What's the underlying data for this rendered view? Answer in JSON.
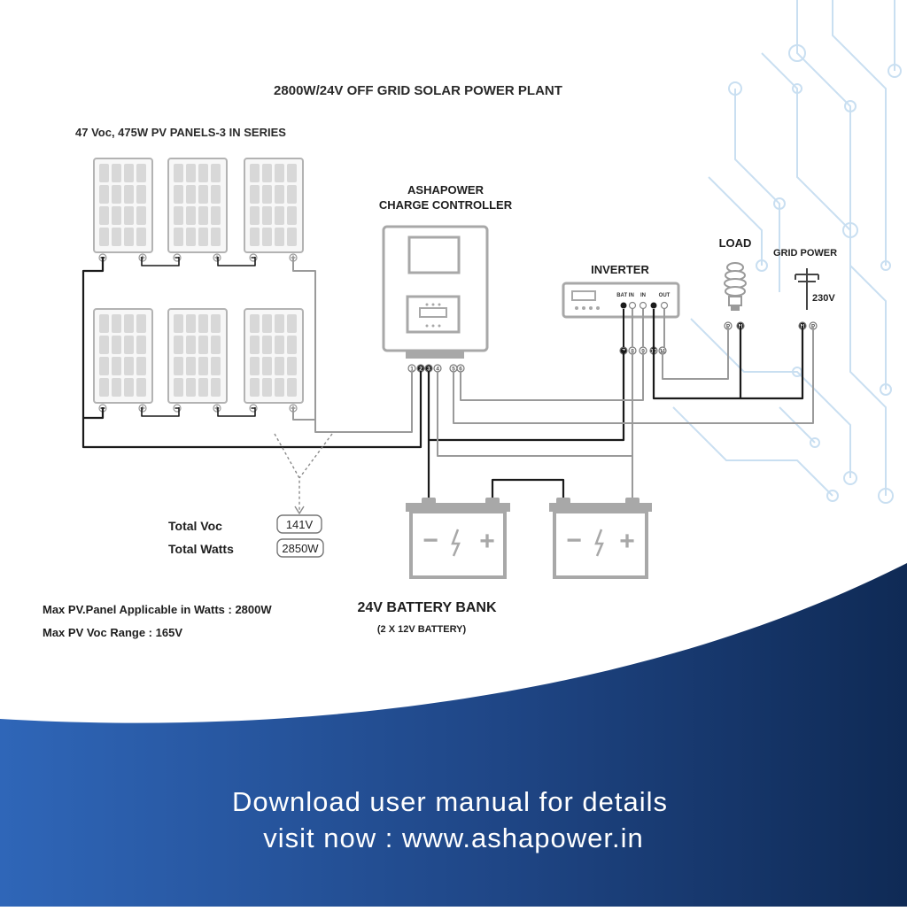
{
  "title": "2800W/24V OFF GRID SOLAR POWER PLANT",
  "pv_label": "47 Voc, 475W PV PANELS-3 IN SERIES",
  "controller": {
    "line1": "ASHAPOWER",
    "line2": "CHARGE CONTROLLER",
    "terminals": [
      "1",
      "2",
      "3",
      "4",
      "5",
      "6"
    ]
  },
  "inverter": {
    "label": "INVERTER",
    "bat_in": "BAT IN",
    "in": "IN",
    "out": "OUT",
    "terminals": [
      "7",
      "8",
      "9",
      "10",
      "11"
    ]
  },
  "load": {
    "label": "LOAD",
    "terminals": [
      "P",
      "N"
    ]
  },
  "grid": {
    "label": "GRID POWER",
    "voltage": "230V",
    "terminals": [
      "N",
      "P"
    ]
  },
  "totals": {
    "voc_label": "Total Voc",
    "voc_value": "141V",
    "watts_label": "Total Watts",
    "watts_value": "2850W"
  },
  "notes": {
    "max_watts": "Max PV.Panel Applicable in Watts : 2800W",
    "max_voc": "Max PV Voc Range : 165V"
  },
  "battery": {
    "title": "24V BATTERY BANK",
    "subtitle": "(2 X 12V BATTERY)",
    "minus": "−",
    "plus": "+"
  },
  "footer": {
    "line1": "Download user manual for details",
    "line2": "visit now : www.ashapower.in"
  },
  "colors": {
    "wire_dark": "#1a1a1a",
    "wire_grey": "#9a9a9a",
    "device": "#a8a8a8",
    "circuit": "#b8d6ee",
    "footer_dark": "#0f2f5f",
    "footer_light": "#2c65b7"
  }
}
